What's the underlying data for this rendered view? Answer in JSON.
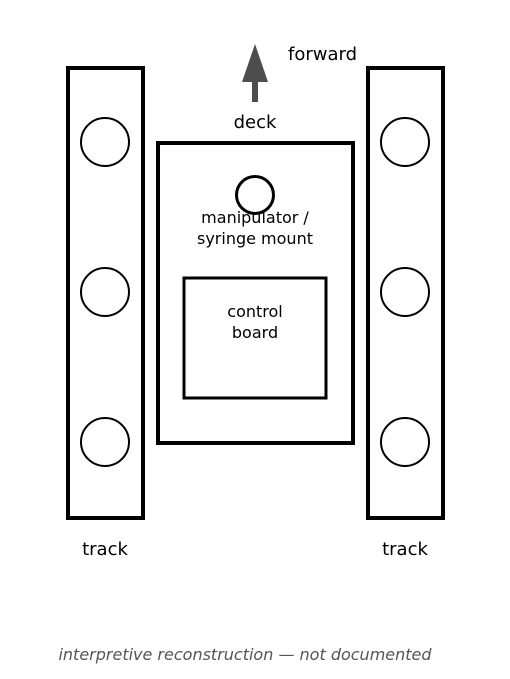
{
  "labels": {
    "forward": "forward",
    "deck": "deck",
    "mount_line1": "manipulator /",
    "mount_line2": "syringe mount",
    "board_line1": "control",
    "board_line2": "board",
    "track_left": "track",
    "track_right": "track"
  },
  "caption": "interpretive reconstruction — not documented",
  "colors": {
    "stroke": "#000000",
    "arrow": "#4d4d4d",
    "caption": "#555555",
    "background": "#ffffff"
  }
}
